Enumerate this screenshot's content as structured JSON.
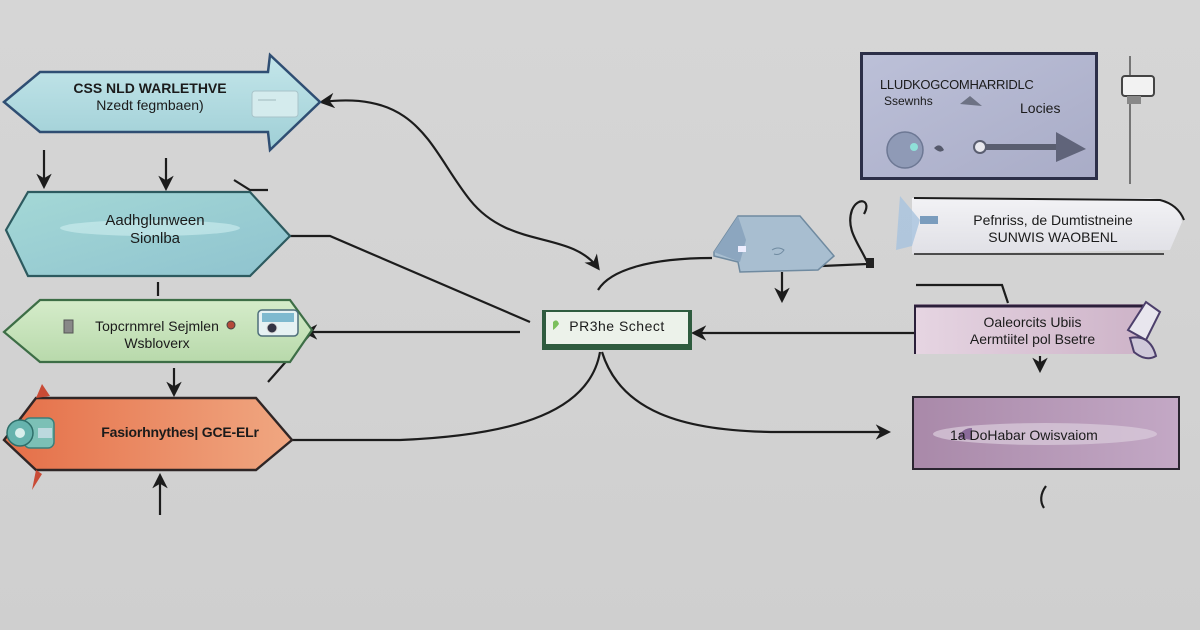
{
  "diagram": {
    "title": "",
    "colors": {
      "background": "#d4d4d4",
      "teal_node": "#a9d6dc",
      "search_node": "#9fd0d3",
      "green_node": "#c6e1bb",
      "orange_node": "#ea8a5e",
      "center_node": "#e4efdf",
      "panel_node": "#b2b5d0",
      "banner_node": "#ececf1",
      "lilac_node": "#d9c3d5",
      "db_node": "#b293b2",
      "connector": "#1c1c1c"
    },
    "nodes": {
      "top_arrow": {
        "line1": "CSS NLD WARLETHVE",
        "line2": "Nzedt fegmbaen)",
        "icon": "document-card-icon"
      },
      "search_node": {
        "line1": "Aadhglunween",
        "line2": "Sionlba"
      },
      "green_node": {
        "line1": "Topcrnmrel Sejmlen",
        "line2": "Wsbloverx",
        "icon_left": "square-icon",
        "icon_dot": "record-dot-icon",
        "icon_right": "camera-icon"
      },
      "orange_node": {
        "label": "Fasiorhnythes| GCE-ELr",
        "icon": "disk-drive-icon"
      },
      "center_node": {
        "label": "PR3he Schect",
        "icon": "leaf-icon"
      },
      "panel": {
        "title": "LLUDKOGCOMHARRIDLC",
        "subtitle": "Ssewnhs",
        "right_label": "Locies",
        "icons": [
          "robot-head-icon",
          "arrow-right-icon",
          "triangle-icon"
        ]
      },
      "gateway": {
        "icon": "gateway-shape-icon"
      },
      "banner": {
        "line1": "Pefnriss, de Dumtistneine",
        "line2": "SUNWIS WAOBENL"
      },
      "lilac_node": {
        "line1": "Oaleorcits Ubiis",
        "line2": "Aermtiitel pol Bsetre",
        "icon": "phone-icon"
      },
      "db_node": {
        "label": "1a DoHabar Owisvaiom",
        "icon": "pill-icon"
      },
      "device": {
        "icon": "monitor-pole-icon"
      }
    }
  }
}
